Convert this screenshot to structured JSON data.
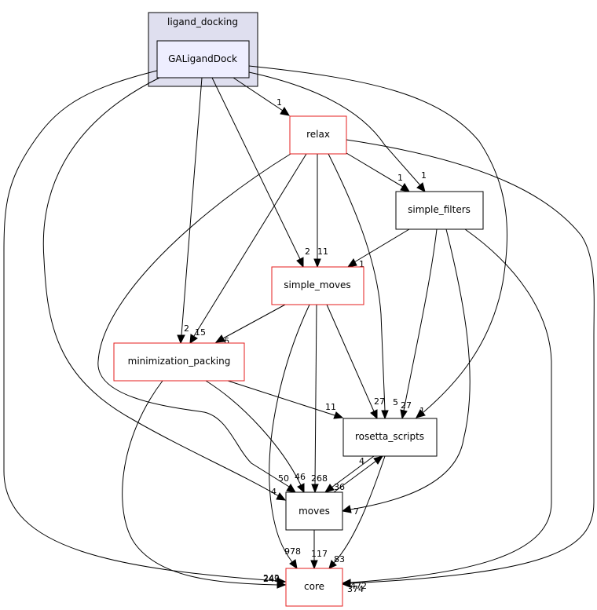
{
  "diagram": {
    "cluster": {
      "label": "ligand_docking"
    },
    "nodes": {
      "galiganddock": {
        "label": "GALigandDock"
      },
      "relax": {
        "label": "relax"
      },
      "simple_filters": {
        "label": "simple_filters"
      },
      "simple_moves": {
        "label": "simple_moves"
      },
      "minimization_packing": {
        "label": "minimization_packing"
      },
      "rosetta_scripts": {
        "label": "rosetta_scripts"
      },
      "moves": {
        "label": "moves"
      },
      "core": {
        "label": "core"
      }
    },
    "edges": [
      {
        "id": "gal-relax",
        "label": "1"
      },
      {
        "id": "gal-simple_filters",
        "label": "1"
      },
      {
        "id": "gal-simple_moves",
        "label": "2"
      },
      {
        "id": "gal-minimization_packing",
        "label": "2"
      },
      {
        "id": "gal-rosetta_scripts",
        "label": "1"
      },
      {
        "id": "gal-moves",
        "label": "4"
      },
      {
        "id": "gal-core",
        "label": "249"
      },
      {
        "id": "relax-simple_filters",
        "label": "1"
      },
      {
        "id": "relax-simple_moves",
        "label": "11"
      },
      {
        "id": "relax-minimization_packing",
        "label": "15"
      },
      {
        "id": "relax-rosetta_scripts",
        "label": "27"
      },
      {
        "id": "relax-moves",
        "label": "50"
      },
      {
        "id": "relax-core",
        "label": "374"
      },
      {
        "id": "simple_filters-simple_moves",
        "label": "1"
      },
      {
        "id": "simple_filters-rosetta_scripts",
        "label": "27"
      },
      {
        "id": "simple_filters-moves",
        "label": "7"
      },
      {
        "id": "simple_filters-core",
        "label": "472"
      },
      {
        "id": "simple_moves-minimization_packing",
        "label": "6"
      },
      {
        "id": "simple_moves-rosetta_scripts",
        "label": "5"
      },
      {
        "id": "simple_moves-moves",
        "label": "268"
      },
      {
        "id": "simple_moves-core",
        "label": "978"
      },
      {
        "id": "minimization_packing-rosetta_scripts",
        "label": "11"
      },
      {
        "id": "minimization_packing-moves",
        "label": "46"
      },
      {
        "id": "minimization_packing-core",
        "label": "242"
      },
      {
        "id": "rosetta_scripts-moves",
        "label": "36"
      },
      {
        "id": "rosetta_scripts-core",
        "label": "83"
      },
      {
        "id": "moves-rosetta_scripts",
        "label": "4"
      },
      {
        "id": "moves-core",
        "label": "117"
      }
    ]
  }
}
